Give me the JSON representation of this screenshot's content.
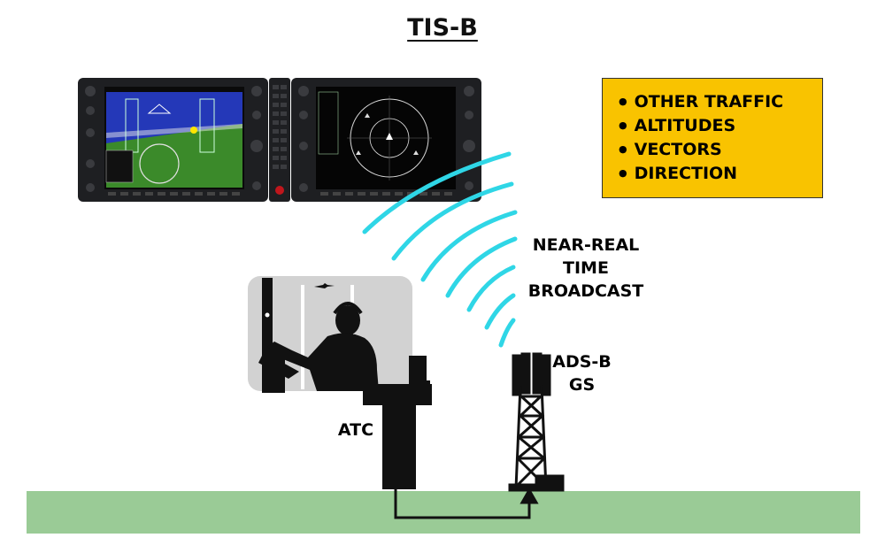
{
  "title": "TIS-B",
  "info_box": {
    "items": [
      "OTHER TRAFFIC",
      "ALTITUDES",
      "VECTORS",
      "DIRECTION"
    ]
  },
  "labels": {
    "broadcast_lines": [
      "NEAR-REAL",
      "TIME",
      "BROADCAST"
    ],
    "ground_station_lines": [
      "ADS-B",
      "GS"
    ],
    "atc": "ATC"
  },
  "colors": {
    "info_box": "#f9c300",
    "ground": "#9acb96",
    "signal_waves": "#2fd6e6",
    "silhouette": "#111111",
    "console_window": "#d2d2d2"
  },
  "icons": [
    "primary-flight-display",
    "multi-function-display",
    "atc-controller-silhouette",
    "radio-tower-icon",
    "link-arrow-icon"
  ]
}
